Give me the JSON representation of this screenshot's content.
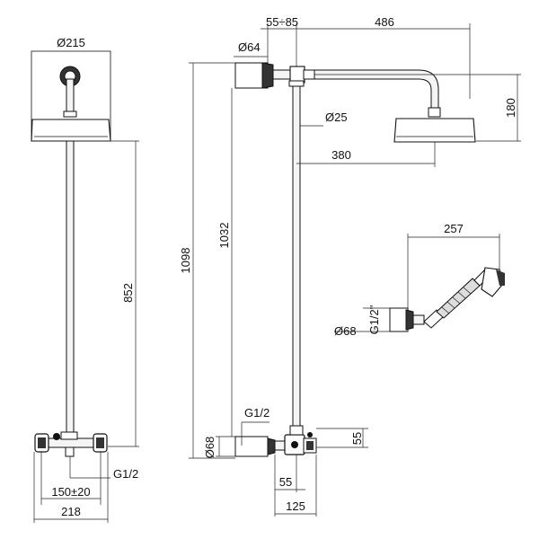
{
  "labels": {
    "head_diameter": "Ø215",
    "bar_height": "852",
    "base_offset": "150±20",
    "base_width": "218",
    "base_thread_front": "G1/2",
    "wall_offset": "55÷85",
    "arm_length": "486",
    "flange_diameter": "Ø64",
    "pipe_diameter": "Ø25",
    "head_drop": "180",
    "arm_reach": "380",
    "total_height": "1098",
    "riser_height": "1032",
    "side_thread": "G1/2",
    "valve_flange_diameter": "Ø68",
    "valve_height": "55",
    "valve_depth": "55",
    "valve_projection": "125",
    "hand_length": "257",
    "hand_thread": "G1/2\"",
    "hand_flange_diameter": "Ø68"
  }
}
